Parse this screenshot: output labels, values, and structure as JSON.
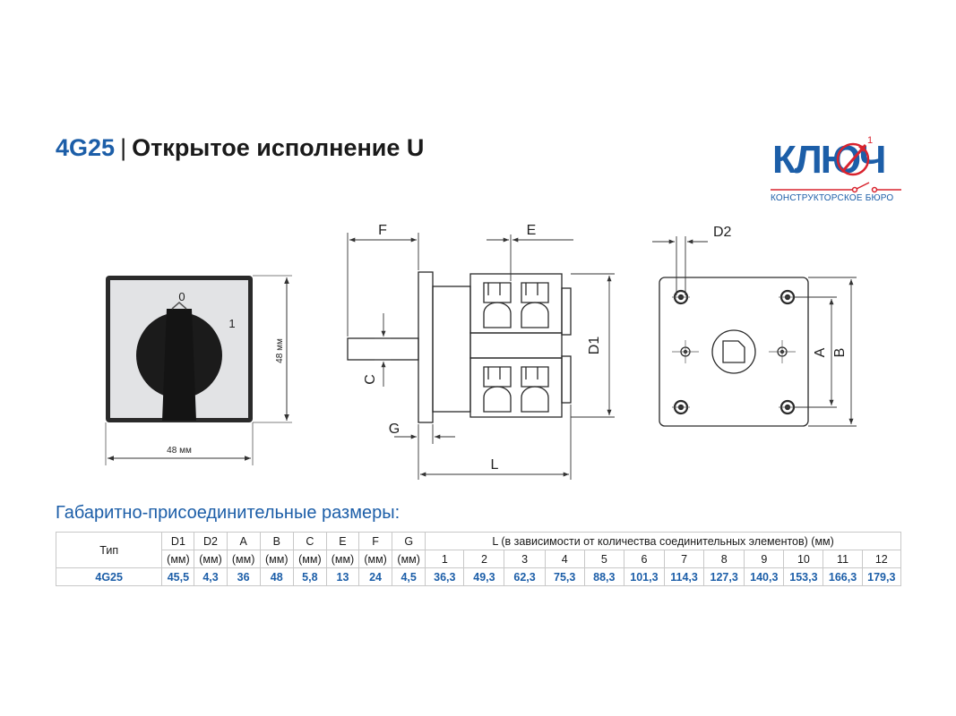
{
  "header": {
    "code": "4G25",
    "separator": "|",
    "title_rest": "Открытое исполнение U"
  },
  "logo": {
    "word": "КЛЮЧ",
    "subtitle": "КОНСТРУКТОРСКОЕ БЮРО",
    "superscript": "1"
  },
  "front_view": {
    "pos_0": "0",
    "pos_1": "1",
    "height_label": "48 мм",
    "width_label": "48 мм"
  },
  "side_view": {
    "label_f": "F",
    "label_e": "E",
    "label_c": "C",
    "label_g": "G",
    "label_d1": "D1",
    "label_l": "L"
  },
  "rear_view": {
    "label_d2": "D2",
    "label_a": "A",
    "label_b": "B"
  },
  "dims": {
    "heading": "Габаритно-присоединительные размеры:",
    "type_header": "Тип",
    "l_header": "L (в зависимости от количества соединительных элементов) (мм)",
    "columns": [
      {
        "name": "D1",
        "unit": "(мм)"
      },
      {
        "name": "D2",
        "unit": "(мм)"
      },
      {
        "name": "A",
        "unit": "(мм)"
      },
      {
        "name": "B",
        "unit": "(мм)"
      },
      {
        "name": "C",
        "unit": "(мм)"
      },
      {
        "name": "E",
        "unit": "(мм)"
      },
      {
        "name": "F",
        "unit": "(мм)"
      },
      {
        "name": "G",
        "unit": "(мм)"
      }
    ],
    "l_counts": [
      "1",
      "2",
      "3",
      "4",
      "5",
      "6",
      "7",
      "8",
      "9",
      "10",
      "11",
      "12"
    ],
    "row": {
      "type": "4G25",
      "values": [
        "45,5",
        "4,3",
        "36",
        "48",
        "5,8",
        "13",
        "24",
        "4,5"
      ],
      "l_values": [
        "36,3",
        "49,3",
        "62,3",
        "75,3",
        "88,3",
        "101,3",
        "114,3",
        "127,3",
        "140,3",
        "153,3",
        "166,3",
        "179,3"
      ]
    }
  },
  "colors": {
    "brand_blue": "#1c5ea8",
    "brand_red": "#d9232e"
  }
}
